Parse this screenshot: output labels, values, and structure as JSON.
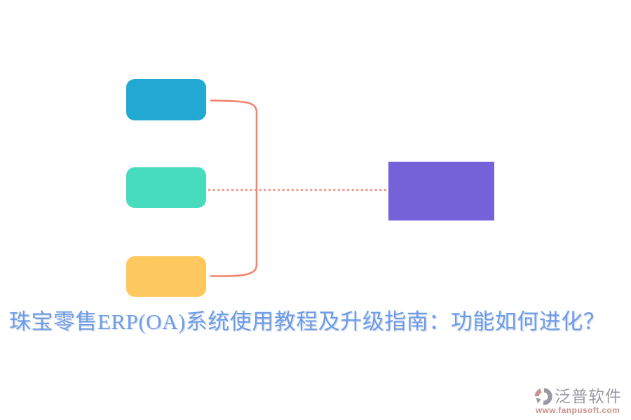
{
  "title": {
    "text": "珠宝零售ERP(OA)系统使用教程及升级指南：功能如何进化？",
    "color": "#6C9CE8"
  },
  "diagram": {
    "nodes": [
      {
        "name": "top-left-node",
        "color": "#21A9D4"
      },
      {
        "name": "middle-left-node",
        "color": "#47DCBE"
      },
      {
        "name": "bottom-left-node",
        "color": "#FDC95F"
      },
      {
        "name": "right-node",
        "color": "#7561D8"
      }
    ],
    "connector": {
      "solid_color": "#F4836B",
      "dotted_color": "#F0907B"
    }
  },
  "watermark": {
    "brand": "泛普软件",
    "url": "www.fanpusoft.com",
    "brand_color": "#9B98A6",
    "url_color": "#C9928C",
    "icon_gray": "#9B98A6",
    "icon_rose": "#C9928C"
  }
}
